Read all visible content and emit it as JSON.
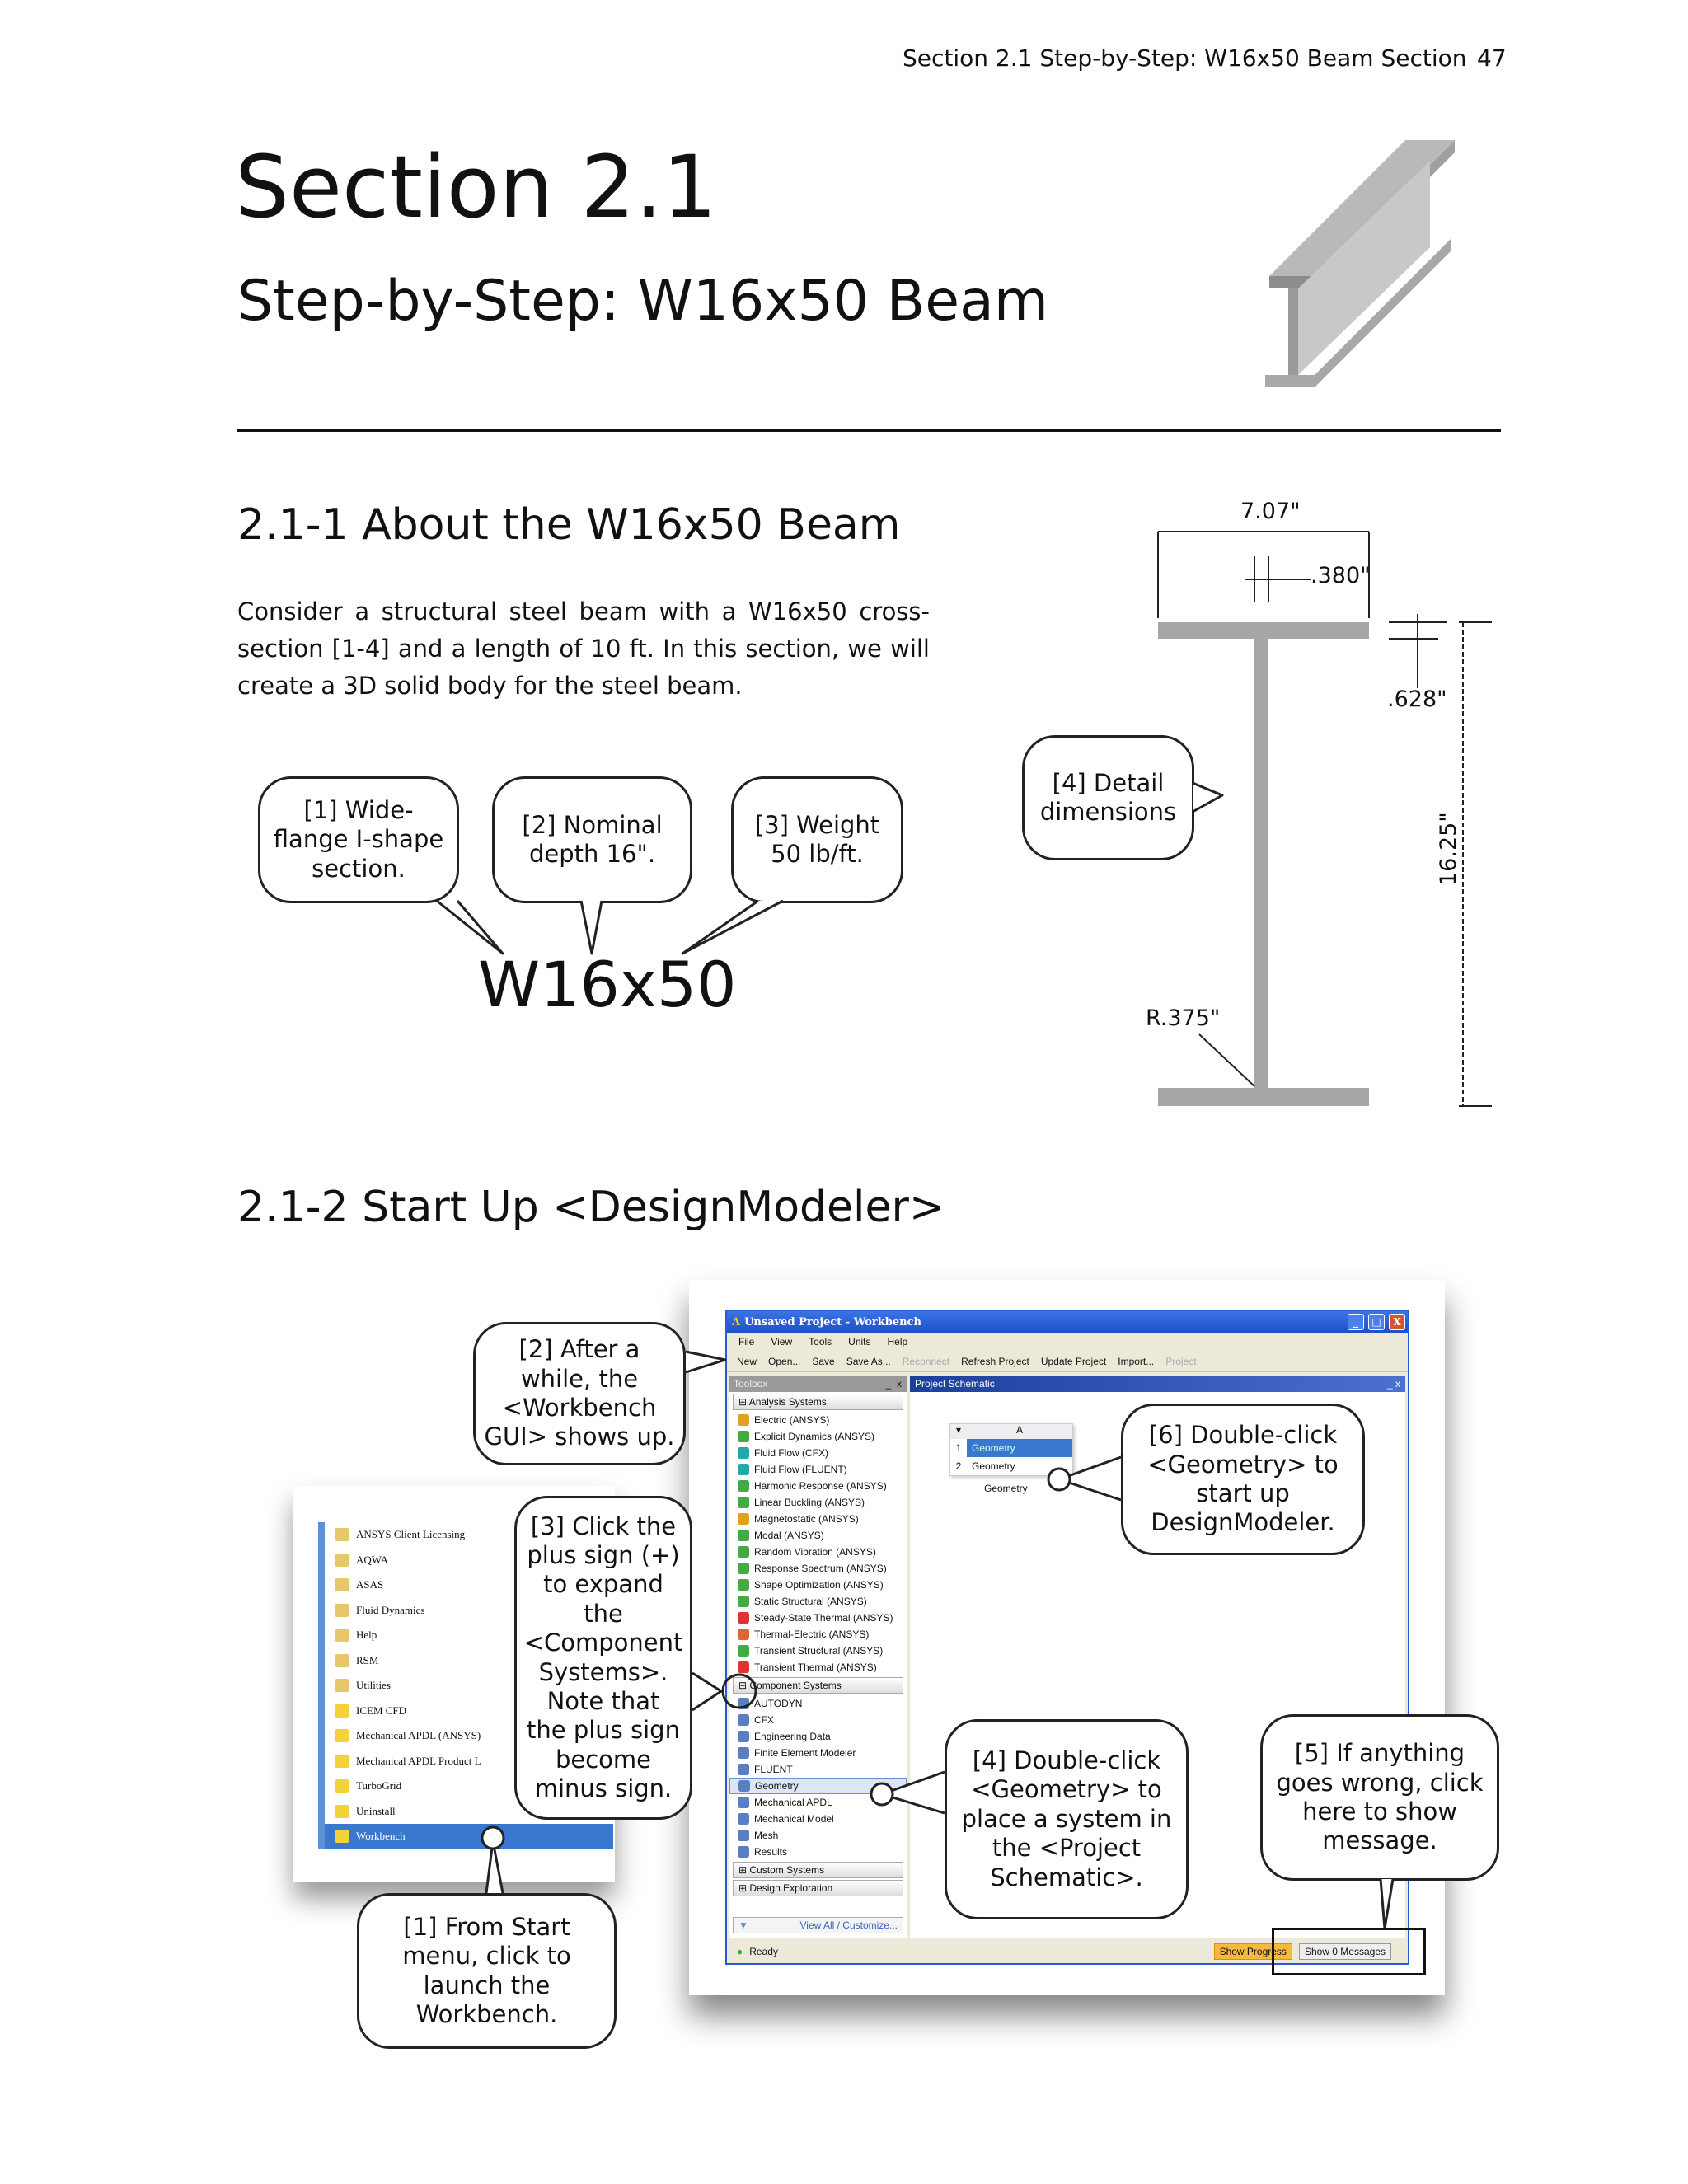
{
  "header": {
    "running_title": "Section 2.1  Step-by-Step: W16x50 Beam Section",
    "page_number": "47"
  },
  "title": {
    "section": "Section 2.1",
    "subtitle": "Step-by-Step: W16x50 Beam"
  },
  "s1": {
    "heading": "2.1-1  About the W16x50 Beam",
    "paragraph": "Consider a structural steel beam with a W16x50 cross-section [1-4] and a length of 10 ft.  In this section, we will create a 3D solid body for the steel beam.",
    "callouts": [
      "[1] Wide-flange I-shape section.",
      "[2] Nominal depth 16\".",
      "[3] Weight 50 lb/ft.",
      "[4] Detail dimensions"
    ],
    "designation": "W16x50",
    "dims": {
      "flange_width": "7.07\"",
      "web_thickness": ".380\"",
      "flange_thickness": ".628\"",
      "depth": "16.25\"",
      "fillet_radius": "R.375\""
    }
  },
  "s2": {
    "heading": "2.1-2  Start Up <DesignModeler>",
    "callouts": [
      "[1] From Start menu, click to launch the Workbench.",
      "[2] After a while, the <Workbench GUI> shows up.",
      "[3] Click the plus sign (+) to expand the <Component Systems>. Note that the plus sign become minus sign.",
      "[4] Double-click <Geometry> to place a system in the <Project Schematic>.",
      "[5] If anything goes wrong, click here to show message.",
      "[6] Double-click <Geometry> to start up DesignModeler."
    ]
  },
  "start_menu": {
    "items": [
      "ANSYS Client Licensing",
      "AQWA",
      "ASAS",
      "Fluid Dynamics",
      "Help",
      "RSM",
      "Utilities",
      "ICEM CFD",
      "Mechanical APDL (ANSYS)",
      "Mechanical APDL Product L",
      "TurboGrid",
      "Uninstall",
      "Workbench"
    ],
    "selected": "Workbench"
  },
  "workbench": {
    "title": "Unsaved Project - Workbench",
    "menu": [
      "File",
      "View",
      "Tools",
      "Units",
      "Help"
    ],
    "toolbar": [
      "New",
      "Open...",
      "Save",
      "Save As...",
      "Reconnect",
      "Refresh Project",
      "Update Project",
      "Import...",
      "Project"
    ],
    "toolbox_title": "Toolbox",
    "schematic_title": "Project Schematic",
    "analysis_group": "Analysis Systems",
    "analysis_items": [
      "Electric (ANSYS)",
      "Explicit Dynamics (ANSYS)",
      "Fluid Flow (CFX)",
      "Fluid Flow (FLUENT)",
      "Harmonic Response (ANSYS)",
      "Linear Buckling (ANSYS)",
      "Magnetostatic (ANSYS)",
      "Modal (ANSYS)",
      "Random Vibration (ANSYS)",
      "Response Spectrum (ANSYS)",
      "Shape Optimization (ANSYS)",
      "Static Structural (ANSYS)",
      "Steady-State Thermal (ANSYS)",
      "Thermal-Electric (ANSYS)",
      "Transient Structural (ANSYS)",
      "Transient Thermal (ANSYS)"
    ],
    "component_group": "Component Systems",
    "component_items": [
      "AUTODYN",
      "CFX",
      "Engineering Data",
      "Finite Element Modeler",
      "FLUENT",
      "Geometry",
      "Mechanical APDL",
      "Mechanical Model",
      "Mesh",
      "Results"
    ],
    "custom_group": "Custom Systems",
    "design_group": "Design Exploration",
    "view_all": "View All / Customize...",
    "system": {
      "column": "A",
      "rows": [
        {
          "n": "1",
          "label": "Geometry"
        },
        {
          "n": "2",
          "label": "Geometry"
        }
      ],
      "caption": "Geometry"
    },
    "status": "Ready",
    "show_progress": "Show Progress",
    "show_messages": "Show 0 Messages"
  },
  "colors": {
    "titlebar": "#2a5bd7",
    "selection": "#3a78d0",
    "text": "#111111"
  }
}
